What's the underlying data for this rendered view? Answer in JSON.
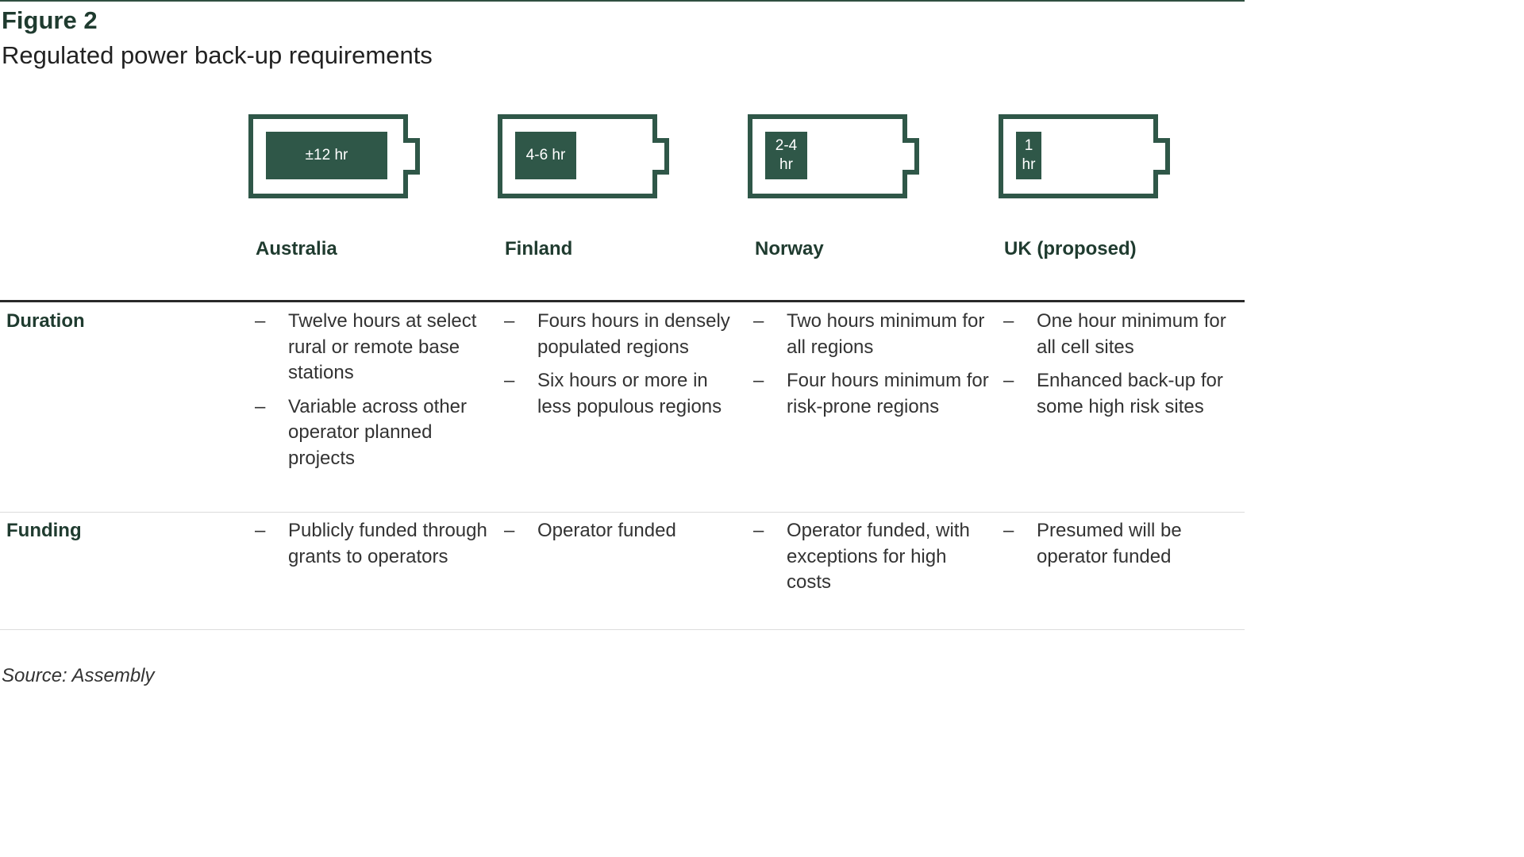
{
  "figure": {
    "label": "Figure 2",
    "title": "Regulated power back-up requirements"
  },
  "colors": {
    "accent": "#2f5748",
    "text": "#333333"
  },
  "bullet_glyph": "–",
  "rows": [
    {
      "key": "duration",
      "label": "Duration"
    },
    {
      "key": "funding",
      "label": "Funding"
    }
  ],
  "countries": [
    {
      "name": "Australia",
      "battery_label_lines": [
        "±12 hr"
      ],
      "fill_fraction": 0.87,
      "duration": [
        "Twelve hours at select rural or remote base stations",
        "Variable across other operator planned projects"
      ],
      "funding": [
        "Publicly funded through grants to operators"
      ]
    },
    {
      "name": "Finland",
      "battery_label_lines": [
        "4-6 hr"
      ],
      "fill_fraction": 0.44,
      "duration": [
        "Fours hours in densely populated regions",
        "Six hours or more in less populous regions"
      ],
      "funding": [
        "Operator funded"
      ]
    },
    {
      "name": "Norway",
      "battery_label_lines": [
        "2-4",
        "hr"
      ],
      "fill_fraction": 0.3,
      "duration": [
        "Two hours minimum for all regions",
        "Four hours minimum for risk-prone regions"
      ],
      "funding": [
        "Operator funded, with exceptions for high costs"
      ]
    },
    {
      "name": "UK (proposed)",
      "battery_label_lines": [
        "1",
        "hr"
      ],
      "fill_fraction": 0.18,
      "duration": [
        "One hour minimum for all cell sites",
        "Enhanced back-up for some high risk sites"
      ],
      "funding": [
        "Presumed will be operator funded"
      ]
    }
  ],
  "source": "Source: Assembly"
}
